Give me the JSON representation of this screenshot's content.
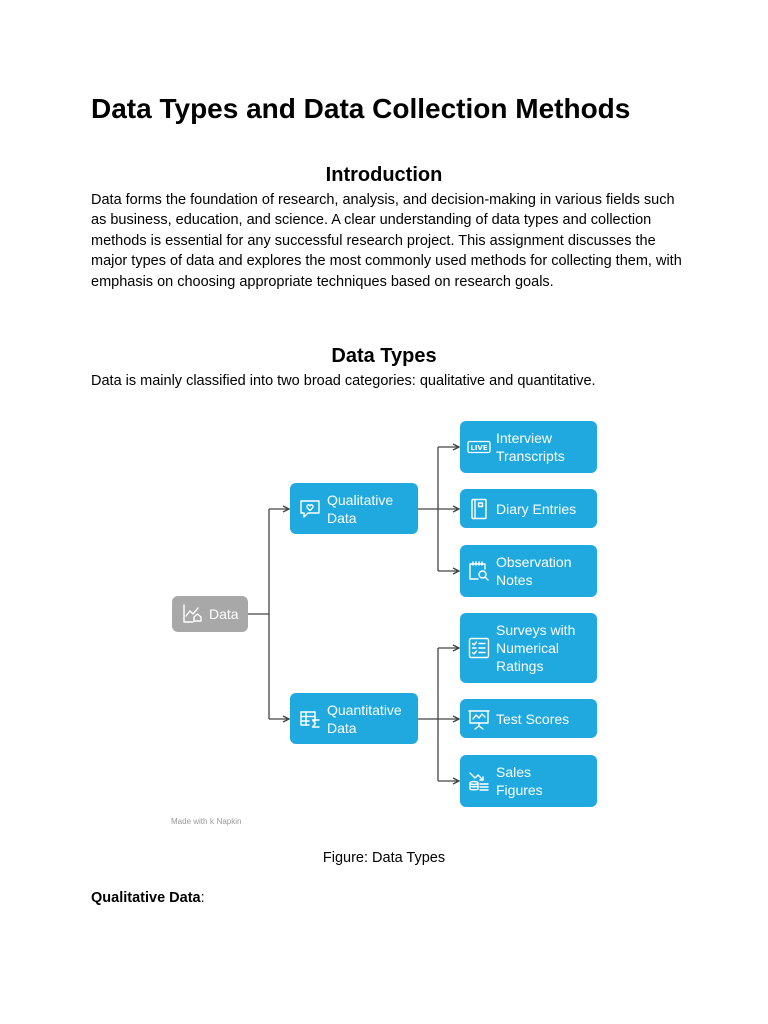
{
  "document": {
    "title": "Data Types and Data Collection Methods",
    "introduction": {
      "heading": "Introduction",
      "text": "Data forms the foundation of research, analysis, and decision-making in various fields such as business, education, and science. A clear understanding of data types and collection methods is essential for any successful research project. This assignment discusses the major types of data and explores the most commonly used methods for collecting them, with emphasis on choosing appropriate techniques based on research goals."
    },
    "data_types": {
      "heading": "Data Types",
      "text": "Data is mainly classified into two broad categories: qualitative and quantitative."
    },
    "figure": {
      "root": "Data",
      "qualitative": {
        "label": "Qualitative\nData",
        "children": [
          "Interview\nTranscripts",
          "Diary Entries",
          "Observation\nNotes"
        ]
      },
      "quantitative": {
        "label": "Quantitative\nData",
        "children": [
          "Surveys with\nNumerical\nRatings",
          "Test Scores",
          "Sales\nFigures"
        ]
      },
      "watermark": "Made with",
      "watermark_brand": "Napkin",
      "caption": "Figure: Data Types",
      "colors": {
        "node_blue": "#1fa9de",
        "node_gray": "#a8a8a8",
        "connector": "#444444"
      },
      "icons": {
        "root": "chart-home-icon",
        "qualitative": "heart-chat-icon",
        "quantitative": "table-sigma-icon",
        "interview": "live-badge-icon",
        "diary": "notebook-icon",
        "observation": "calendar-search-icon",
        "surveys": "checklist-icon",
        "test_scores": "presentation-chart-icon",
        "sales": "coins-trend-icon"
      }
    },
    "qualitative_section": {
      "label": "Qualitative Data",
      "suffix": ":"
    }
  }
}
